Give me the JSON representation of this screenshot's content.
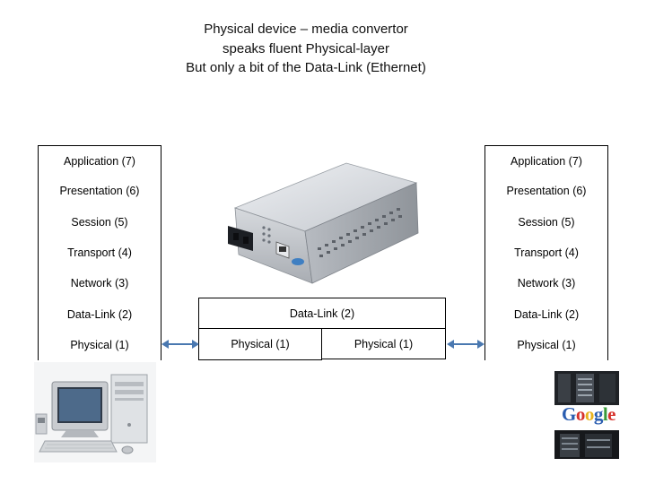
{
  "title": {
    "line1": "Physical device – media convertor",
    "line2": "speaks fluent Physical-layer",
    "line3": "But only a bit of the Data-Link (Ethernet)"
  },
  "left_stack": [
    "Application (7)",
    "Presentation (6)",
    "Session (5)",
    "Transport (4)",
    "Network (3)",
    "Data-Link (2)",
    "Physical (1)"
  ],
  "right_stack": [
    "Application (7)",
    "Presentation (6)",
    "Session (5)",
    "Transport (4)",
    "Network (3)",
    "Data-Link (2)",
    "Physical (1)"
  ],
  "converter": {
    "data_link": "Data-Link (2)",
    "physical_left": "Physical (1)",
    "physical_right": "Physical (1)"
  },
  "google": {
    "letters": [
      "G",
      "o",
      "o",
      "g",
      "l",
      "e"
    ],
    "colors": [
      "#2a5db0",
      "#d6322b",
      "#e8b21c",
      "#2a5db0",
      "#3a9a3a",
      "#d6322b"
    ]
  },
  "colors": {
    "arrow": "#4a78b0"
  },
  "icons": [
    "desktop-computer-icon",
    "media-converter-icon",
    "server-rack-icon"
  ]
}
